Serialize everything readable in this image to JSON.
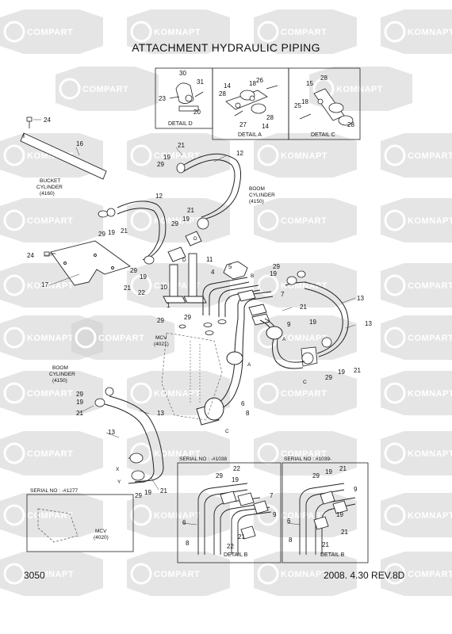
{
  "page": {
    "title": "ATTACHMENT HYDRAULIC PIPING",
    "page_number": "3050",
    "date_revision": "2008.  4.30  REV.8D"
  },
  "watermark": {
    "words": [
      "KOMNAPT",
      "COMPART"
    ],
    "color": "#cfcfcf"
  },
  "details": {
    "d": "DETAIL D",
    "a": "DETAIL A",
    "c": "DETAIL C",
    "b": "DETAIL B"
  },
  "labels": {
    "bucket_cylinder": [
      "BUCKET",
      "CYLINDER",
      "(4160)"
    ],
    "boom_cylinder_top": [
      "BOOM",
      "CYLINDER",
      "(4150)"
    ],
    "boom_cylinder_left": [
      "BOOM",
      "CYLINDER",
      "(4150)"
    ],
    "mcv_main": [
      "MCV",
      "(4021)"
    ],
    "mcv_inset": [
      "MCV",
      "(4020)"
    ],
    "serial_1277": "SERIAL NO : -#1277",
    "serial_1038": "SERIAL NO : -#1038",
    "serial_1039": "SERIAL NO : #1039-"
  },
  "callouts": {
    "c30": "30",
    "c23": "23",
    "c31": "31",
    "c20": "20",
    "c14a": "14",
    "c18a": "18",
    "c26": "26",
    "c28a": "28",
    "c27": "27",
    "c28b": "28",
    "c14b": "14",
    "c28c": "28",
    "c15": "15",
    "c25": "25",
    "c18b": "18",
    "c28d": "28",
    "c24a": "24",
    "c16": "16",
    "c21a": "21",
    "c12a": "12",
    "c19a": "19",
    "c29a": "29",
    "c12b": "12",
    "c29b": "29",
    "c19b": "19",
    "c21b": "21",
    "c21c": "21",
    "c19c": "19",
    "c29c": "29",
    "c24b": "24",
    "c17": "17",
    "c29d": "29",
    "c19d": "19",
    "c21d": "21",
    "c11": "11",
    "c10": "10",
    "c22": "22",
    "c1": "1",
    "c5": "5",
    "c4": "4",
    "c29e": "29",
    "c29f": "29",
    "c29g": "29",
    "c19e": "19",
    "c7": "7",
    "c21e": "21",
    "c13a": "13",
    "c9a": "9",
    "c19f": "19",
    "c13b": "13",
    "c29h": "29",
    "c19g": "19",
    "c21f": "21",
    "c6": "6",
    "c8": "8",
    "c29i": "29",
    "c19h": "19",
    "c21g": "21",
    "c13c": "13",
    "c13d": "13",
    "c29j": "29",
    "c19i": "19",
    "c21h": "21",
    "b1_29": "29",
    "b1_22": "22",
    "b1_19": "19",
    "b1_7": "7",
    "b1_9": "9",
    "b1_6": "6",
    "b1_8": "8",
    "b1_21": "21",
    "b1_22b": "22",
    "b2_29": "29",
    "b2_19": "19",
    "b2_21": "21",
    "b2_9": "9",
    "b2_6": "6",
    "b2_8": "8",
    "b2_19b": "19",
    "b2_21b": "21",
    "b2_21c": "21",
    "pB": "B",
    "pA1": "A",
    "pA2": "A",
    "pC1": "C",
    "pC2": "C",
    "pD1": "D",
    "pD2": "D",
    "pX": "X",
    "pY": "Y"
  }
}
